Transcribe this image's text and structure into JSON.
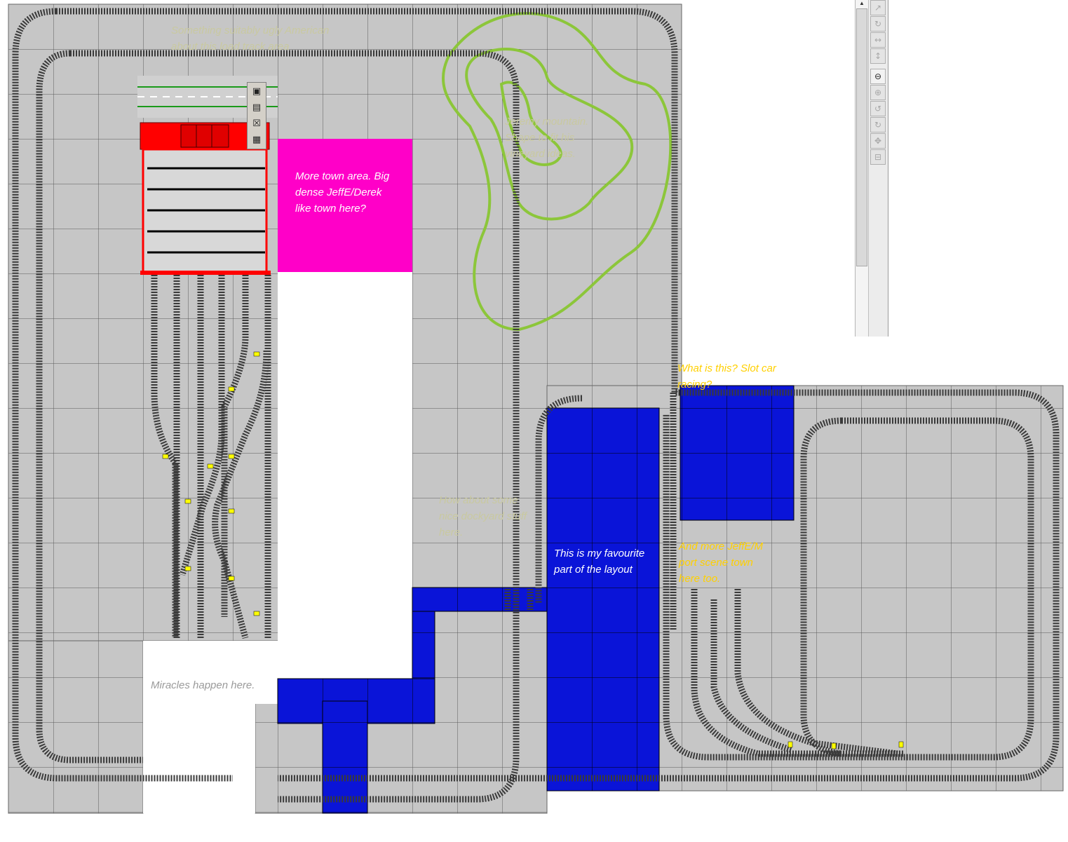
{
  "colors": {
    "board": "#c6c6c6",
    "grid": "#5a5a5a",
    "water": "#0a14d8",
    "town": "#ff00c8",
    "mountain": "#8cc63a",
    "note_yellow": "#ffd000",
    "note_white": "#ffffff",
    "note_gray": "#9a9a9a",
    "station_red": "#ff0000"
  },
  "notes": {
    "american_track": "Something suitably ugly American about this load track area",
    "mountain": "Jeremy mountain.\nShape to fit his\nvineyard ideas.",
    "town": "More town area.  Big\ndense JeffE/Derek\nlike town here?",
    "slot_car": "What is this? Slot car\nracing?",
    "dockyard": "How about some\nnice dockyard stuff\nhere.",
    "favourite": "This is my favourite\npart of the layout",
    "port_scene": "And more JeffE/M\nport scene town\nhere too.",
    "miracles": "Miracles happen here."
  },
  "toolbar": {
    "icons": [
      "properties-icon",
      "layers-icon",
      "delete-icon",
      "notes-icon"
    ]
  },
  "zoom_panel": {
    "icons": [
      "select-arrow-icon",
      "rotate-icon",
      "flip-horizontal-icon",
      "flip-vertical-icon",
      "zoom-out-icon",
      "zoom-in-icon",
      "rotate-left-icon",
      "rotate-right-icon",
      "move-icon",
      "zoom-fit-icon"
    ]
  }
}
